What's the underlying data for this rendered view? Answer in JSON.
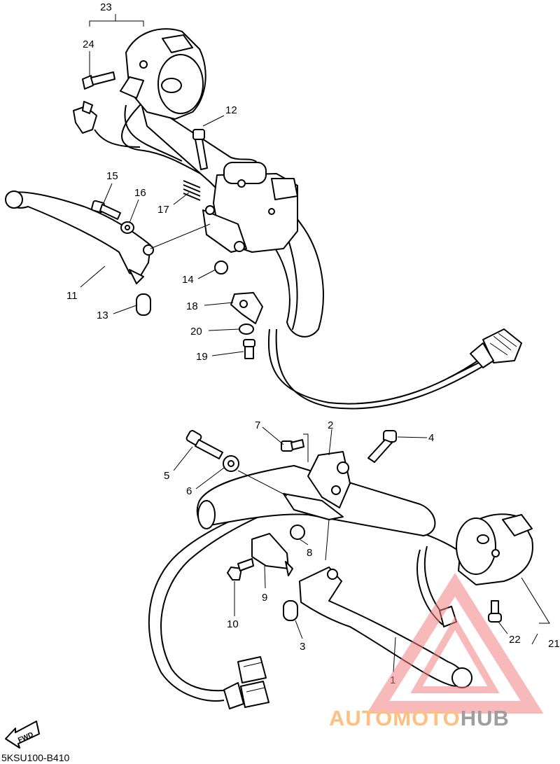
{
  "diagram_code": "5KSU100-B410",
  "fwd_label": "FWD",
  "watermark": {
    "part1": "AUTOMOTO",
    "part2": "HUB",
    "color_primary": "#ffbf80",
    "color_secondary": "#9e9e9e",
    "logo_color": "#f28080"
  },
  "callouts": [
    "1",
    "2",
    "3",
    "4",
    "5",
    "6",
    "7",
    "8",
    "9",
    "10",
    "11",
    "12",
    "13",
    "14",
    "15",
    "16",
    "17",
    "18",
    "19",
    "20",
    "21",
    "22",
    "23",
    "24"
  ]
}
